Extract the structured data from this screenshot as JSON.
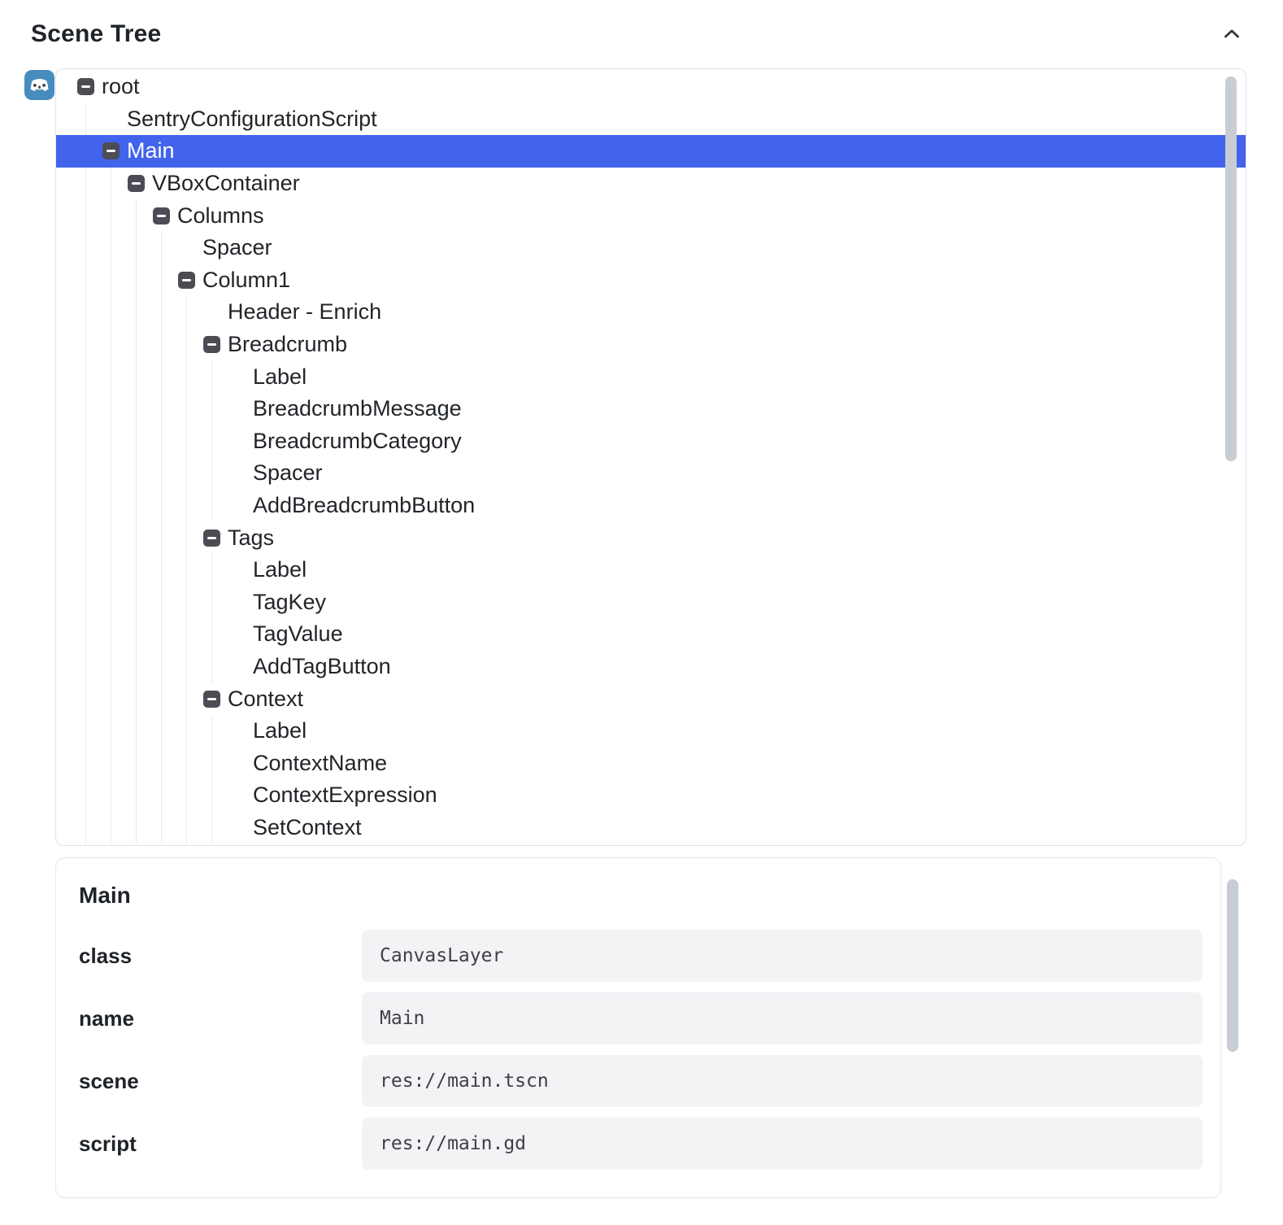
{
  "panel": {
    "title": "Scene Tree"
  },
  "tree": {
    "selected_node": "Main",
    "nodes": [
      {
        "label": "root",
        "depth": 0,
        "toggle": true,
        "selected": false
      },
      {
        "label": "SentryConfigurationScript",
        "depth": 1,
        "toggle": false,
        "selected": false
      },
      {
        "label": "Main",
        "depth": 1,
        "toggle": true,
        "selected": true
      },
      {
        "label": "VBoxContainer",
        "depth": 2,
        "toggle": true,
        "selected": false
      },
      {
        "label": "Columns",
        "depth": 3,
        "toggle": true,
        "selected": false
      },
      {
        "label": "Spacer",
        "depth": 4,
        "toggle": false,
        "selected": false
      },
      {
        "label": "Column1",
        "depth": 4,
        "toggle": true,
        "selected": false
      },
      {
        "label": "Header - Enrich",
        "depth": 5,
        "toggle": false,
        "selected": false
      },
      {
        "label": "Breadcrumb",
        "depth": 5,
        "toggle": true,
        "selected": false
      },
      {
        "label": "Label",
        "depth": 6,
        "toggle": false,
        "selected": false
      },
      {
        "label": "BreadcrumbMessage",
        "depth": 6,
        "toggle": false,
        "selected": false
      },
      {
        "label": "BreadcrumbCategory",
        "depth": 6,
        "toggle": false,
        "selected": false
      },
      {
        "label": "Spacer",
        "depth": 6,
        "toggle": false,
        "selected": false
      },
      {
        "label": "AddBreadcrumbButton",
        "depth": 6,
        "toggle": false,
        "selected": false
      },
      {
        "label": "Tags",
        "depth": 5,
        "toggle": true,
        "selected": false
      },
      {
        "label": "Label",
        "depth": 6,
        "toggle": false,
        "selected": false
      },
      {
        "label": "TagKey",
        "depth": 6,
        "toggle": false,
        "selected": false
      },
      {
        "label": "TagValue",
        "depth": 6,
        "toggle": false,
        "selected": false
      },
      {
        "label": "AddTagButton",
        "depth": 6,
        "toggle": false,
        "selected": false
      },
      {
        "label": "Context",
        "depth": 5,
        "toggle": true,
        "selected": false
      },
      {
        "label": "Label",
        "depth": 6,
        "toggle": false,
        "selected": false
      },
      {
        "label": "ContextName",
        "depth": 6,
        "toggle": false,
        "selected": false
      },
      {
        "label": "ContextExpression",
        "depth": 6,
        "toggle": false,
        "selected": false
      },
      {
        "label": "SetContext",
        "depth": 6,
        "toggle": false,
        "selected": false
      }
    ]
  },
  "details": {
    "title": "Main",
    "fields": [
      {
        "key": "class",
        "value": "CanvasLayer"
      },
      {
        "key": "name",
        "value": "Main"
      },
      {
        "key": "scene",
        "value": "res://main.tscn"
      },
      {
        "key": "script",
        "value": "res://main.gd"
      }
    ]
  },
  "icons": {
    "header_collapse": "chevron-up-icon",
    "tree_app": "godot-logo-icon",
    "node_toggle": "minus-collapse-icon"
  },
  "colors": {
    "selected_bg": "#4263eb",
    "godot_blue": "#478cbf",
    "toggle_bg": "#4c4c55"
  }
}
